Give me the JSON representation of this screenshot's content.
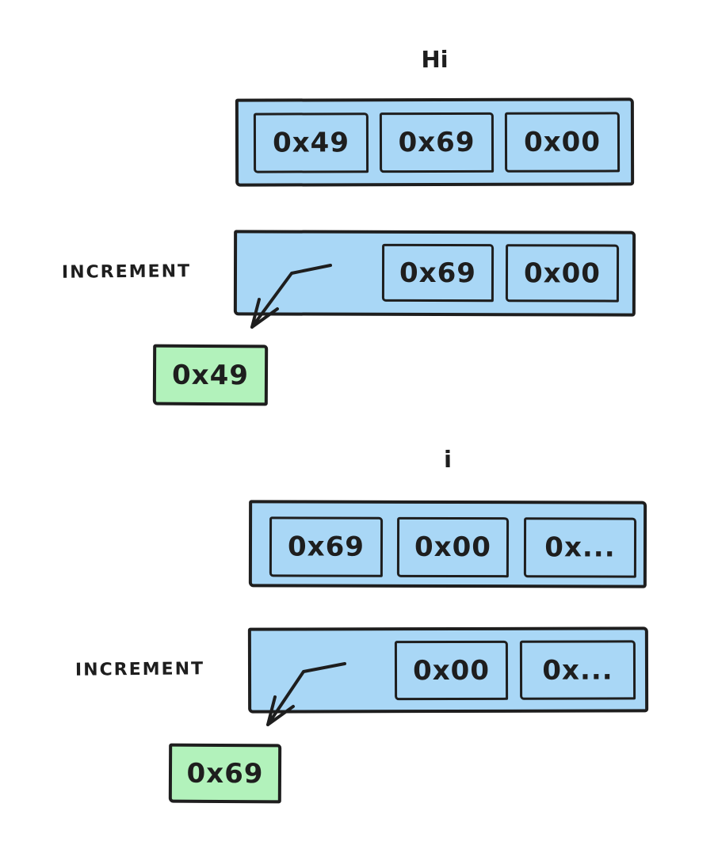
{
  "colors": {
    "stroke": "#1e1e1e",
    "memory_fill": "#a9d7f6",
    "extracted_fill": "#b2f2bb",
    "background": "#ffffff"
  },
  "sections": [
    {
      "title": "Hi",
      "increment_label": "INCREMENT",
      "memory_cells": [
        "0x49",
        "0x69",
        "0x00"
      ],
      "increment_cells": [
        "0x69",
        "0x00"
      ],
      "extracted_byte": "0x49"
    },
    {
      "title": "i",
      "increment_label": "INCREMENT",
      "memory_cells": [
        "0x69",
        "0x00",
        "0x..."
      ],
      "increment_cells": [
        "0x00",
        "0x..."
      ],
      "extracted_byte": "0x69"
    }
  ]
}
